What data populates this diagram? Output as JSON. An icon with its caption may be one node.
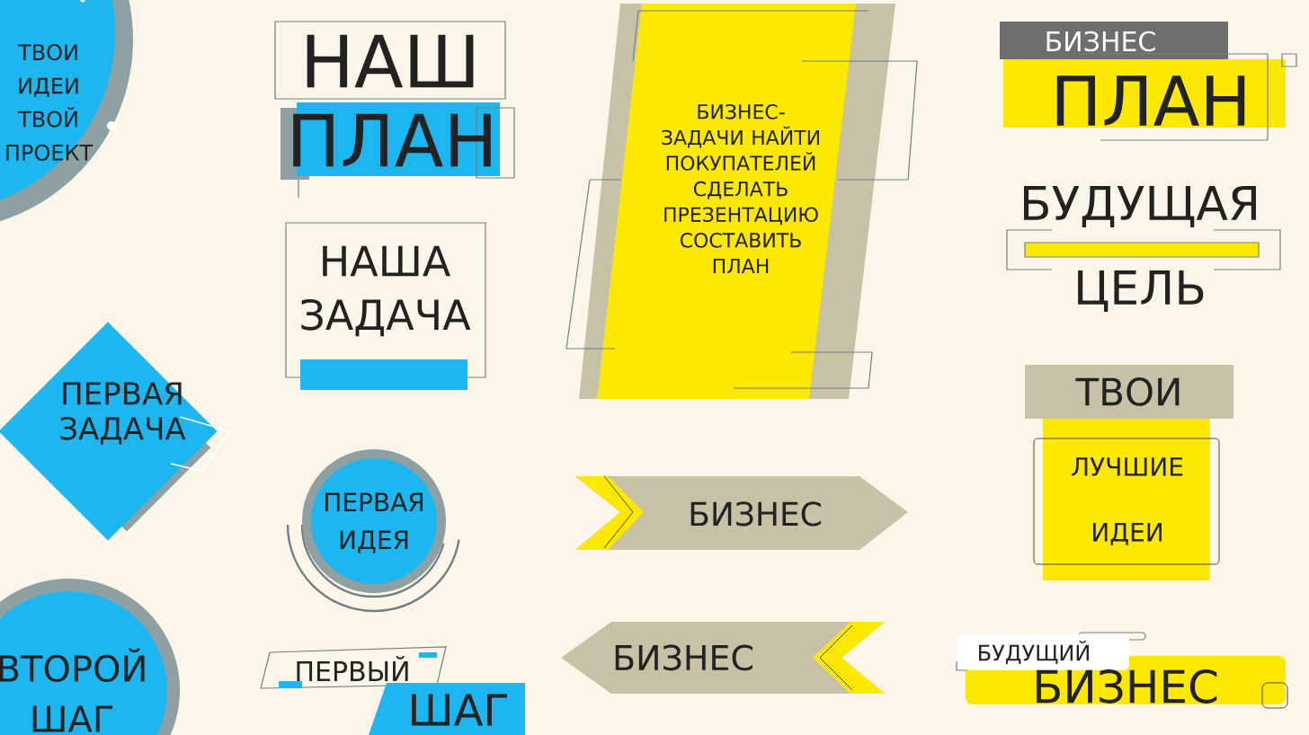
{
  "diagram": {
    "nodes": [
      {
        "text": [
          "ТВОИ ИДЕИ ТВОЙ ПРОЕКТ"
        ]
      },
      {
        "text": [
          "ПЕРВАЯ ЗАДАЧА"
        ]
      },
      {
        "text": [
          "ВТОРОЙ ШАГ"
        ]
      },
      {
        "text": [
          "НАШ",
          "ПЛАН"
        ]
      },
      {
        "text": [
          "НАША ЗАДАЧА"
        ]
      },
      {
        "text": [
          "ПЕРВАЯ ИДЕЯ"
        ]
      },
      {
        "text": [
          "ПЕРВЫЙ",
          "ШАГ"
        ]
      },
      {
        "text": [
          "БИЗНЕС-ЗАДАЧИ НАЙТИ ПОКУПАТЕЛЕЙ СДЕЛАТЬ ПРЕЗЕНТАЦИЮ СОСТАВИТЬ ПЛАН"
        ]
      },
      {
        "text": [
          "БИЗНЕС"
        ]
      },
      {
        "text": [
          "БИЗНЕС"
        ]
      },
      {
        "text": [
          "БИЗНЕС",
          "ПЛАН"
        ]
      },
      {
        "text": [
          "БУДУЩАЯ",
          "ЦЕЛЬ"
        ]
      },
      {
        "text": [
          "ТВОИ",
          "ЛУЧШИЕ ИДЕИ"
        ]
      },
      {
        "text": [
          "БУДУЩИЙ",
          "БИЗНЕС"
        ]
      }
    ]
  }
}
